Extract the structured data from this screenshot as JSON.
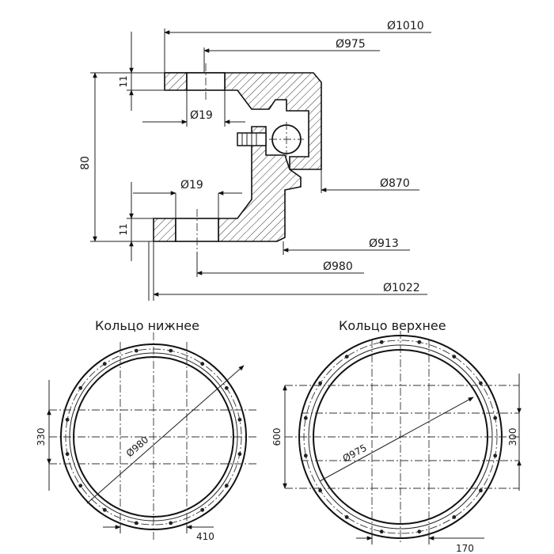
{
  "section": {
    "dims": {
      "d1010": "Ø1010",
      "d975": "Ø975",
      "d870": "Ø870",
      "d913": "Ø913",
      "d980": "Ø980",
      "d1022": "Ø1022",
      "hole_top": "Ø19",
      "hole_bottom": "Ø19",
      "height": "80",
      "flange_top": "11",
      "flange_bottom": "11"
    }
  },
  "rings": {
    "lower": {
      "title": "Кольцо нижнее",
      "diameter": "Ø980",
      "height_dim": "330",
      "width_dim": "410"
    },
    "upper": {
      "title": "Кольцо верхнее",
      "diameter": "Ø975",
      "left_dim": "600",
      "right_dim": "300",
      "bottom_dim": "170"
    }
  }
}
